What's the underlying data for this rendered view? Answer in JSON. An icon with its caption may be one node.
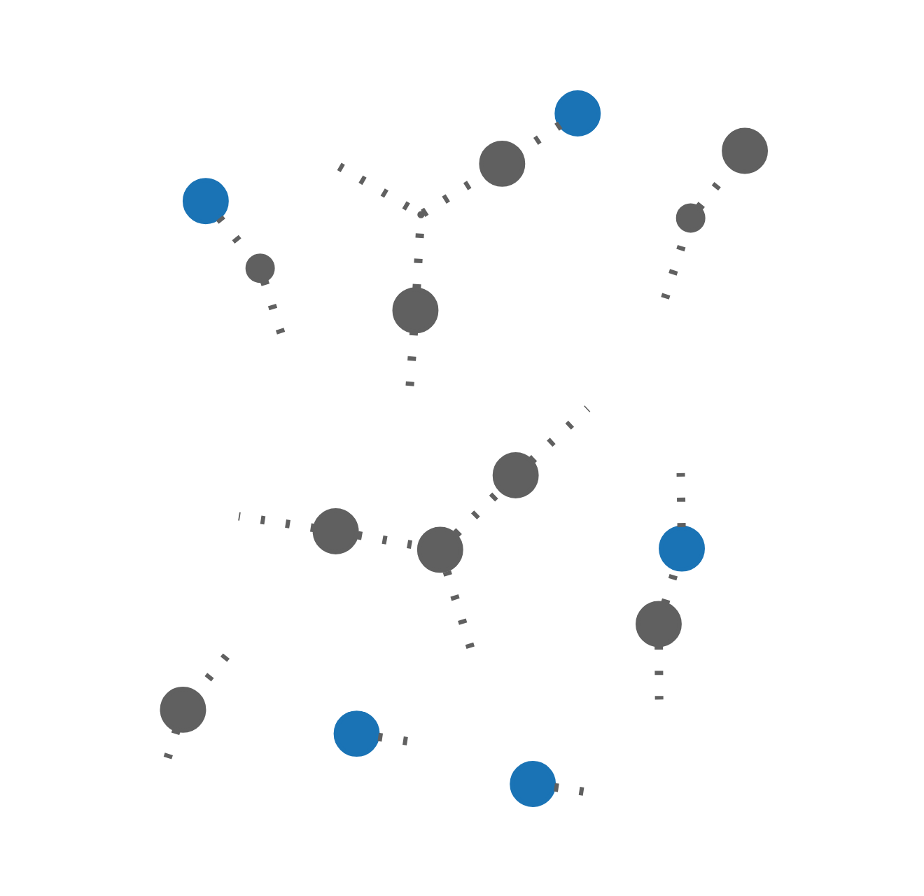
{
  "diagram": {
    "nodes": [
      {
        "text": [],
        "shape": "circle"
      },
      {
        "text": [],
        "shape": "circle"
      },
      {
        "text": [],
        "shape": "circle"
      },
      {
        "text": [],
        "shape": "circle"
      },
      {
        "text": [],
        "shape": "circle"
      },
      {
        "text": [],
        "shape": "circle"
      },
      {
        "text": [],
        "shape": "circle"
      },
      {
        "text": [],
        "shape": "circle"
      },
      {
        "text": [],
        "shape": "circle"
      },
      {
        "text": [],
        "shape": "circle"
      },
      {
        "text": [],
        "shape": "circle"
      },
      {
        "text": [],
        "shape": "circle"
      },
      {
        "text": [],
        "shape": "circle"
      },
      {
        "text": [],
        "shape": "circle"
      },
      {
        "text": [],
        "shape": "point"
      },
      {
        "text": [],
        "shape": "circle"
      }
    ],
    "edges": [
      {
        "from": 0,
        "to": null,
        "arrow": "none"
      },
      {
        "from": 3,
        "to": 5,
        "arrow": "none"
      },
      {
        "from": 5,
        "to": null,
        "arrow": "none"
      },
      {
        "from": null,
        "to": 1,
        "arrow": "none"
      },
      {
        "from": 1,
        "to": 2,
        "arrow": "none"
      },
      {
        "from": 4,
        "to": null,
        "arrow": "none"
      },
      {
        "from": 4,
        "to": 6,
        "arrow": "none"
      },
      {
        "from": null,
        "to": 9,
        "arrow": "none"
      },
      {
        "from": 6,
        "to": null,
        "arrow": "none"
      },
      {
        "from": 8,
        "to": null,
        "arrow": "none"
      },
      {
        "from": 8,
        "to": 14,
        "arrow": "none"
      },
      {
        "from": 14,
        "to": 15,
        "arrow": "none"
      },
      {
        "from": null,
        "to": 14,
        "arrow": "none"
      },
      {
        "from": 7,
        "to": null,
        "arrow": "none"
      },
      {
        "from": 10,
        "to": null,
        "arrow": "none"
      },
      {
        "from": 10,
        "to": 13,
        "arrow": "none"
      },
      {
        "from": 13,
        "to": null,
        "arrow": "none"
      },
      {
        "from": 13,
        "to": 11,
        "arrow": "none"
      },
      {
        "from": 11,
        "to": null,
        "arrow": "none"
      },
      {
        "from": 9,
        "to": null,
        "arrow": "none"
      },
      {
        "from": 12,
        "to": 15,
        "arrow": "none"
      }
    ]
  }
}
